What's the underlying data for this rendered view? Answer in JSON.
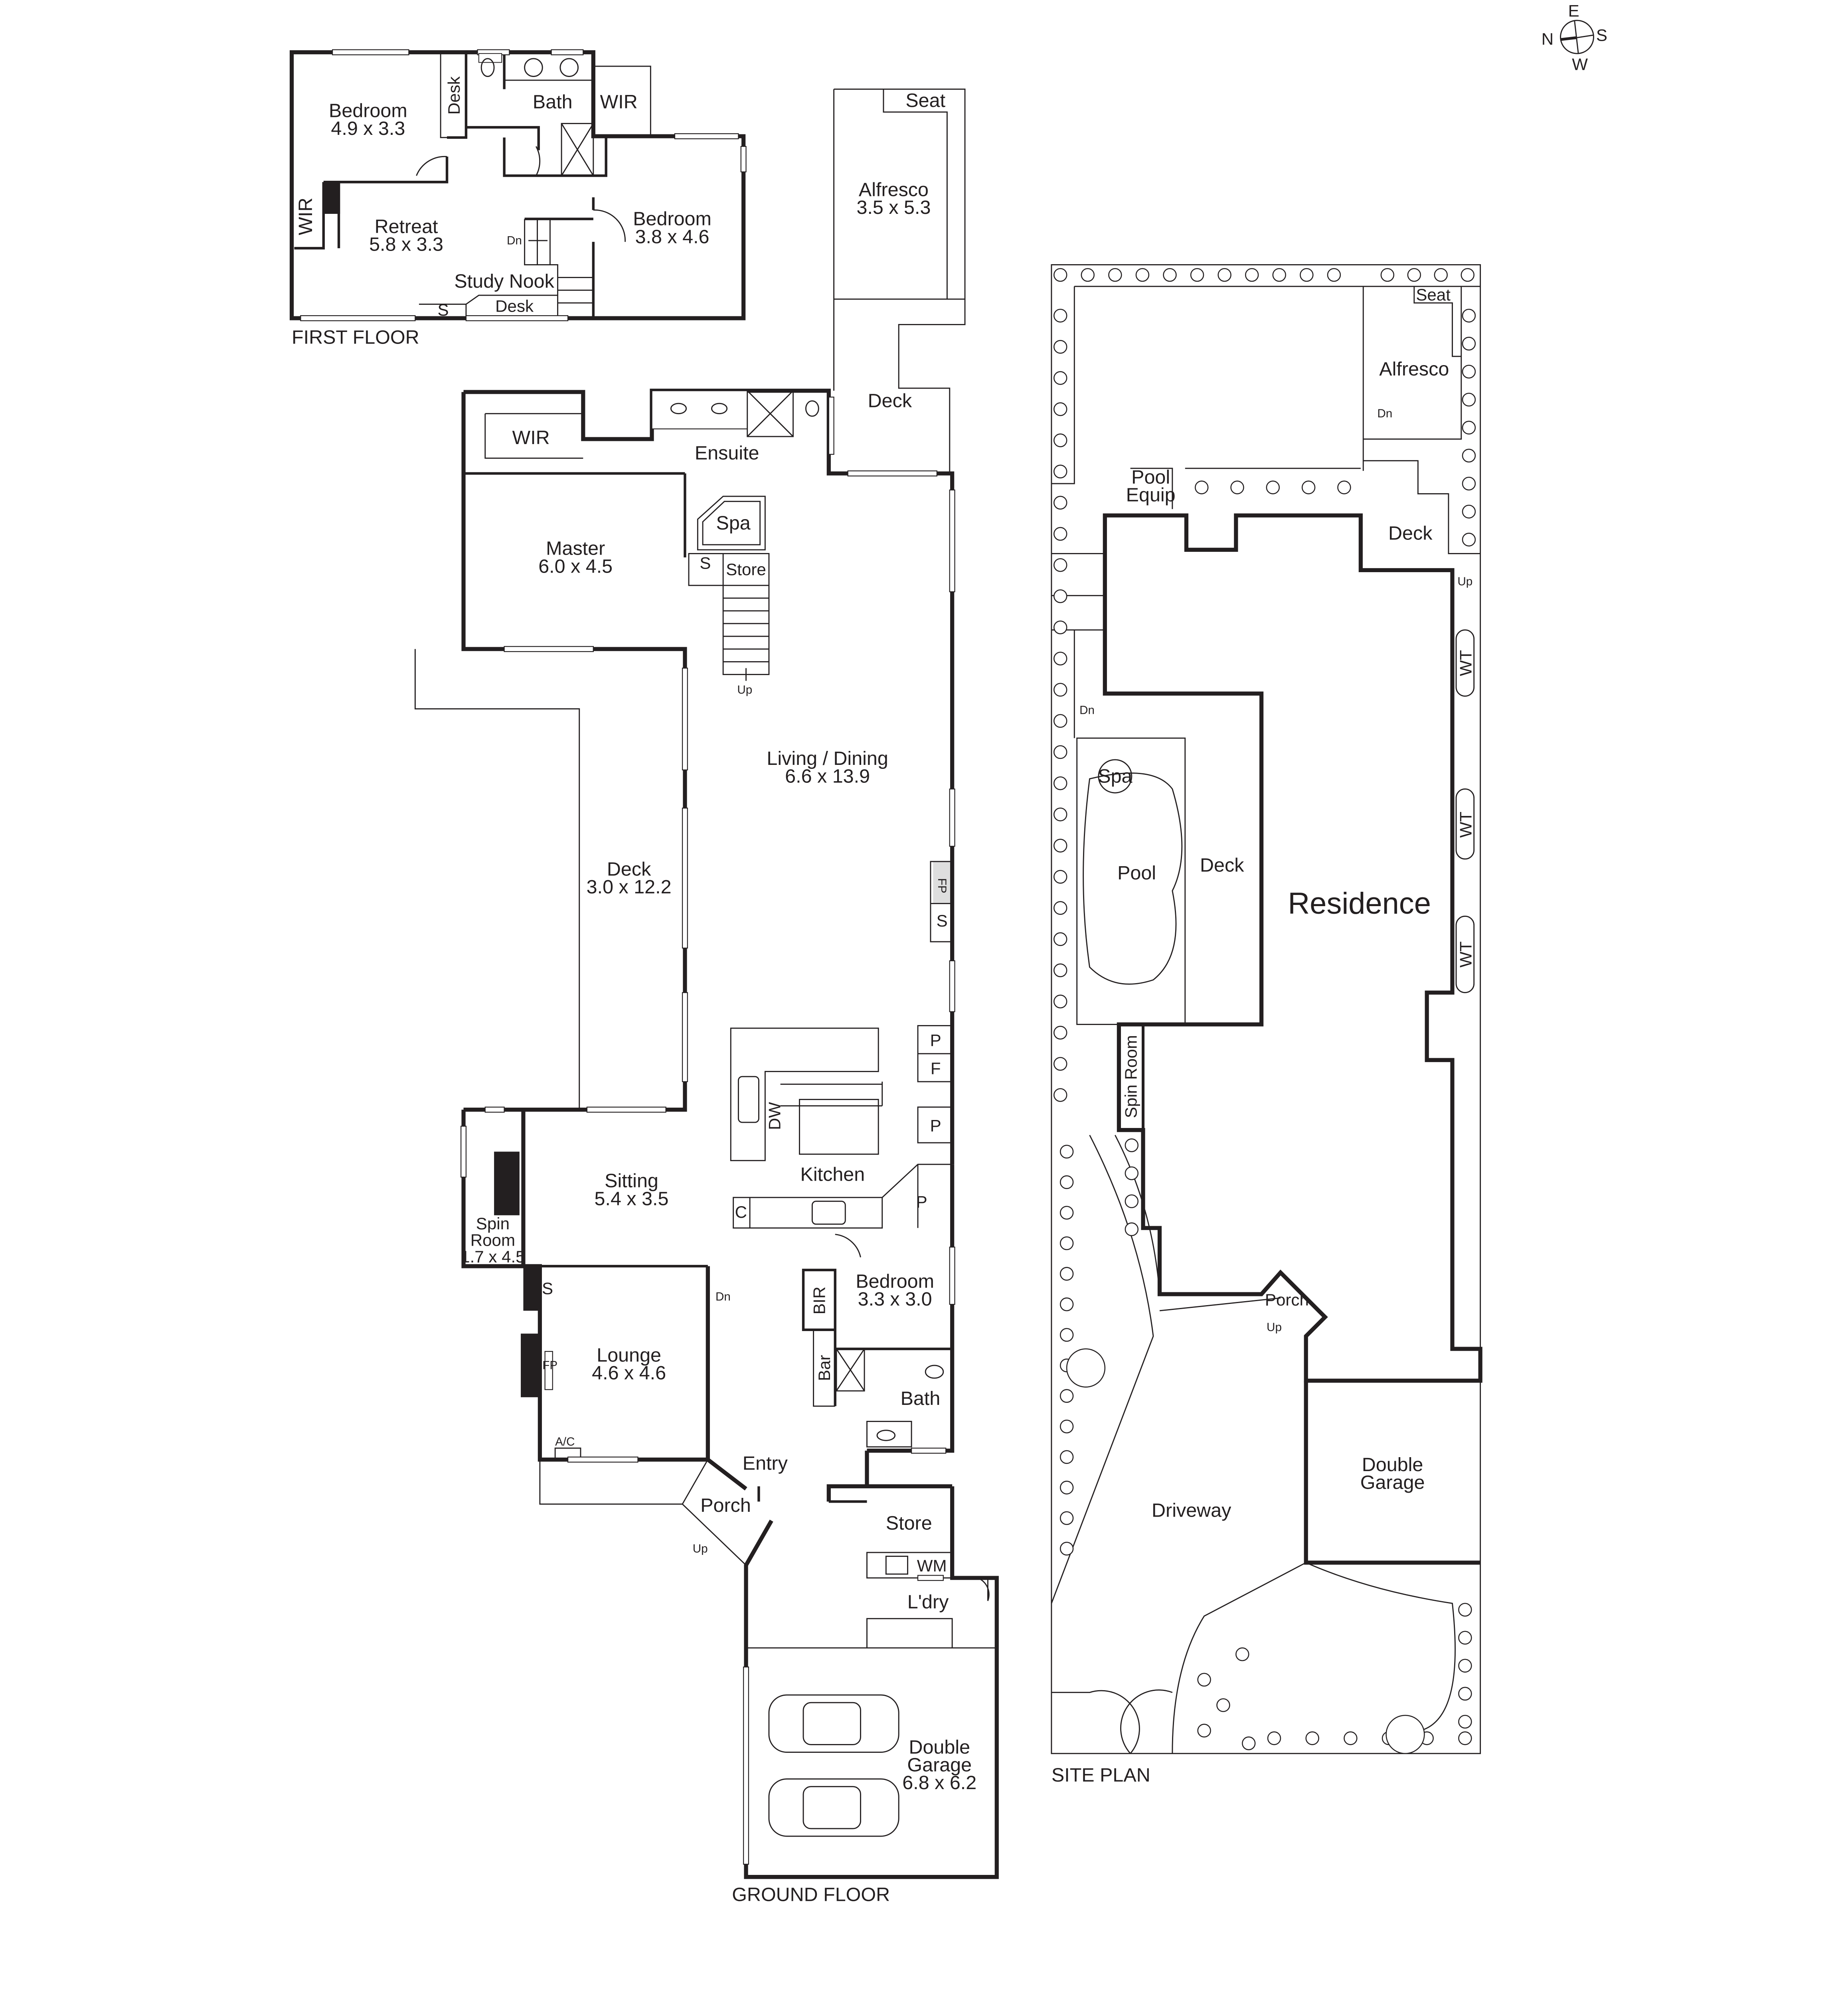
{
  "compass": {
    "e": "E",
    "n": "N",
    "s": "S",
    "w": "W"
  },
  "first_floor": {
    "title": "FIRST FLOOR",
    "bedroom1": {
      "name": "Bedroom",
      "size": "4.9 x 3.3"
    },
    "desk1": "Desk",
    "bath": "Bath",
    "wir1": "WIR",
    "wir2": "WIR",
    "retreat": {
      "name": "Retreat",
      "size": "5.8 x 3.3"
    },
    "bedroom2": {
      "name": "Bedroom",
      "size": "3.8 x 4.6"
    },
    "dn": "Dn",
    "study_nook": "Study Nook",
    "s": "S",
    "desk2": "Desk"
  },
  "ground_floor": {
    "title": "GROUND FLOOR",
    "seat": "Seat",
    "alfresco": {
      "name": "Alfresco",
      "size": "3.5 x 5.3"
    },
    "deck_top": "Deck",
    "wir": "WIR",
    "ensuite": "Ensuite",
    "spa": "Spa",
    "s1": "S",
    "store1": "Store",
    "master": {
      "name": "Master",
      "size": "6.0 x 4.5"
    },
    "up1": "Up",
    "living": {
      "name": "Living / Dining",
      "size": "6.6 x 13.9"
    },
    "deck_side": {
      "name": "Deck",
      "size": "3.0 x 12.2"
    },
    "fp1": "FP",
    "s2": "S",
    "p1": "P",
    "f": "F",
    "p2": "P",
    "dw": "DW",
    "kitchen": "Kitchen",
    "sitting": {
      "name": "Sitting",
      "size": "5.4 x 3.5"
    },
    "spin_room": {
      "name1": "Spin",
      "name2": "Room",
      "size": "1.7 x 4.5"
    },
    "c": "C",
    "p3": "P",
    "bedroom": {
      "name": "Bedroom",
      "size": "3.3 x 3.0"
    },
    "bir": "BIR",
    "bar": "Bar",
    "s3": "S",
    "dn": "Dn",
    "lounge": {
      "name": "Lounge",
      "size": "4.6 x 4.6"
    },
    "fp2": "FP",
    "ac": "A/C",
    "bath": "Bath",
    "entry": "Entry",
    "porch": "Porch",
    "up2": "Up",
    "store2": "Store",
    "wm": "WM",
    "laundry": "L'dry",
    "garage": {
      "name1": "Double",
      "name2": "Garage",
      "size": "6.8 x 6.2"
    }
  },
  "site_plan": {
    "title": "SITE PLAN",
    "seat": "Seat",
    "alfresco": "Alfresco",
    "dn1": "Dn",
    "pool_equip": {
      "line1": "Pool",
      "line2": "Equip"
    },
    "deck1": "Deck",
    "up1": "Up",
    "wt1": "WT",
    "wt2": "WT",
    "wt3": "WT",
    "dn2": "Dn",
    "spa": "Spa",
    "pool": "Pool",
    "deck2": "Deck",
    "residence": "Residence",
    "spin_room": "Spin Room",
    "porch": "Porch",
    "up2": "Up",
    "garage": {
      "line1": "Double",
      "line2": "Garage"
    },
    "driveway": "Driveway"
  }
}
